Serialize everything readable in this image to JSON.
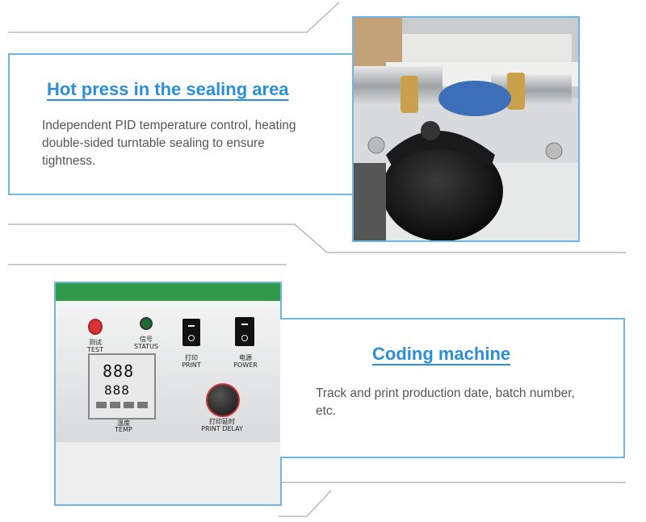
{
  "section1": {
    "title": "Hot press in the sealing area",
    "description": "Independent PID temperature control, heating double-sided turntable sealing to ensure tightness."
  },
  "section2": {
    "title": "Coding machine",
    "description": "Track and print production date, batch number, etc."
  },
  "panel": {
    "test_cn": "测试",
    "test": "TEST",
    "status_cn": "信号",
    "status": "STATUS",
    "print_cn": "打印",
    "print": "PRINT",
    "power_cn": "电源",
    "power": "POWER",
    "temp_cn": "温度",
    "temp": "TEMP",
    "print_delay_cn": "打印延时",
    "print_delay": "PRINT DELAY",
    "display_top": "888",
    "display_bottom": "888"
  },
  "colors": {
    "accent": "#2b8fd6",
    "border": "#6fb6e4",
    "text": "#555555",
    "line": "#b5b5b5"
  }
}
